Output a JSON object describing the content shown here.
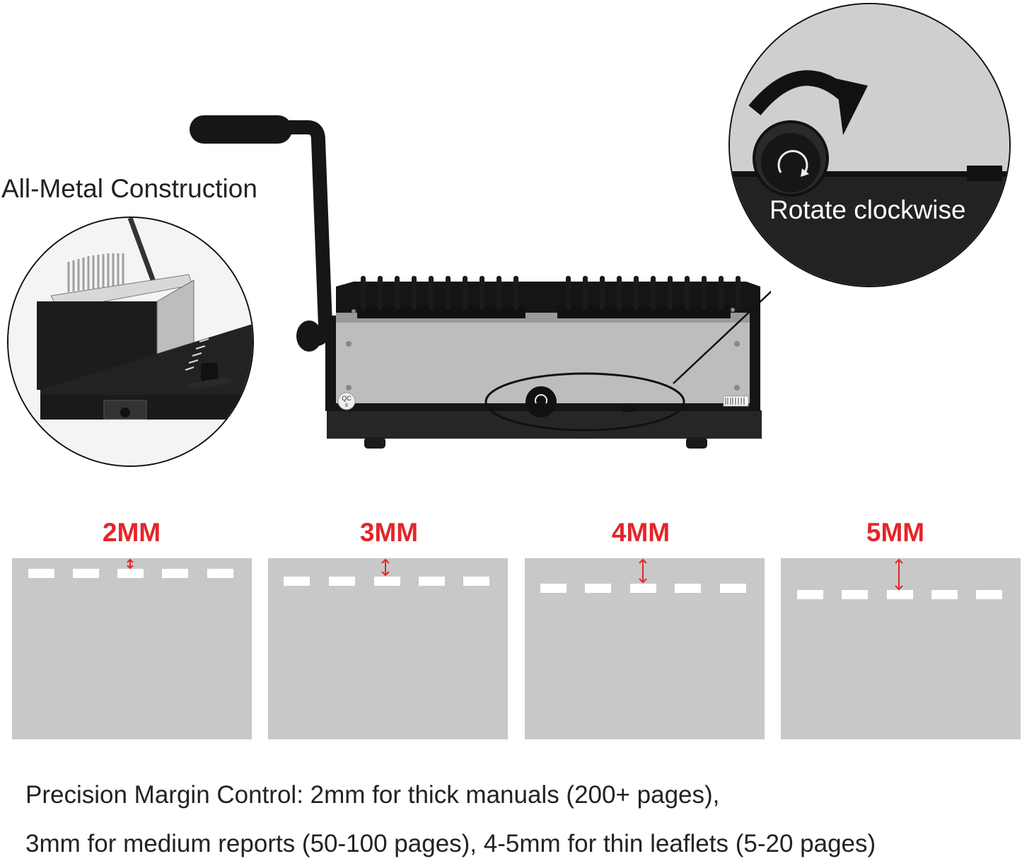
{
  "labels": {
    "construction": "All-Metal Construction",
    "rotate": "Rotate clockwise"
  },
  "margins": [
    {
      "label": "2MM",
      "mm": 2
    },
    {
      "label": "3MM",
      "mm": 3
    },
    {
      "label": "4MM",
      "mm": 4
    },
    {
      "label": "5MM",
      "mm": 5
    }
  ],
  "description": {
    "line1": "Precision Margin Control: 2mm for thick manuals (200+ pages),",
    "line2": "3mm for medium reports (50-100 pages), 4-5mm for thin leaflets (5-20 pages)"
  },
  "machine": {
    "qc_tag_line1": "QC",
    "qc_tag_line2": "8"
  },
  "colors": {
    "accent_red": "#e3262a",
    "panel_gray": "#c8c8c8",
    "machine_black": "#1c1c1c",
    "machine_silver": "#bdbdbd"
  }
}
